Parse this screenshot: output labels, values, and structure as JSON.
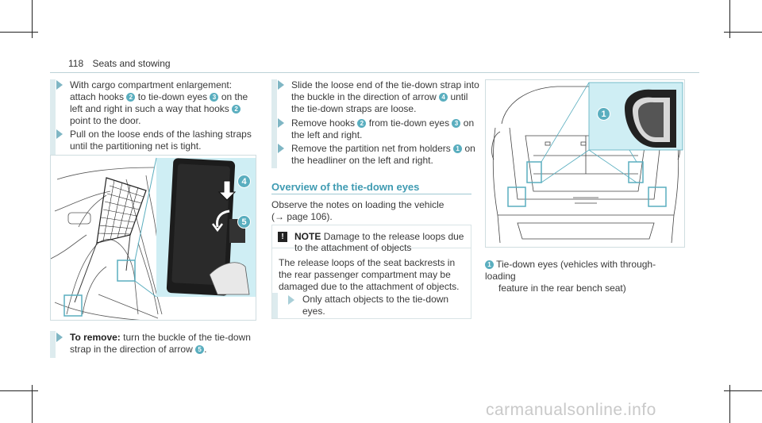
{
  "header": {
    "page_number": "118",
    "section": "Seats and stowing"
  },
  "left_column": {
    "step1_a": "With cargo compartment enlargement:",
    "step1_b1": "attach hooks",
    "step1_b2": "to tie-down eyes",
    "step1_b3": "on the",
    "step1_c1": "left and right in such a way that hooks",
    "step1_d": "point to the door.",
    "step2_a": "Pull on the loose ends of the lashing straps",
    "step2_b": "until the partitioning net is tight.",
    "step3_bold": "To remove:",
    "step3_a": " turn the buckle of the tie-down",
    "step3_b1": "strap in the direction of arrow",
    "step3_b2": "."
  },
  "middle_column": {
    "step1_a": "Slide the loose end of the tie-down strap into",
    "step1_b1": "the buckle in the direction of arrow",
    "step1_b2": "until",
    "step1_c": "the tie-down straps are loose.",
    "step2_a1": "Remove hooks",
    "step2_a2": "from tie-down eyes",
    "step2_a3": "on",
    "step2_b": "the left and right.",
    "step3_a1": "Remove the partition net from holders",
    "step3_a2": "on",
    "step3_b": "the headliner on the left and right.",
    "section_title": "Overview of the tie-down eyes",
    "observe_a": "Observe the notes on loading the vehicle",
    "observe_b": "(→ page 106).",
    "note": {
      "icon": "!",
      "label": "NOTE",
      "headline": "Damage to the release loops due",
      "headline_b": "to the attachment of objects",
      "body_a": "The release loops of the seat backrests in",
      "body_b": "the rear passenger compartment may be",
      "body_c": "damaged due to the attachment of objects.",
      "action_a": "Only attach objects to the tie-down",
      "action_b": "eyes."
    }
  },
  "right_column": {
    "legend_number": "1",
    "legend_a": "Tie-down eyes (vehicles with through-loading",
    "legend_b": "feature in the rear bench seat)"
  },
  "callouts": {
    "n1": "1",
    "n2": "2",
    "n3": "3",
    "n4": "4",
    "n5": "5"
  },
  "watermark": "carmanualsonline.info",
  "colors": {
    "accent": "#5aaebf",
    "callout_bg": "#cfeef4",
    "bar": "#ddebee"
  }
}
